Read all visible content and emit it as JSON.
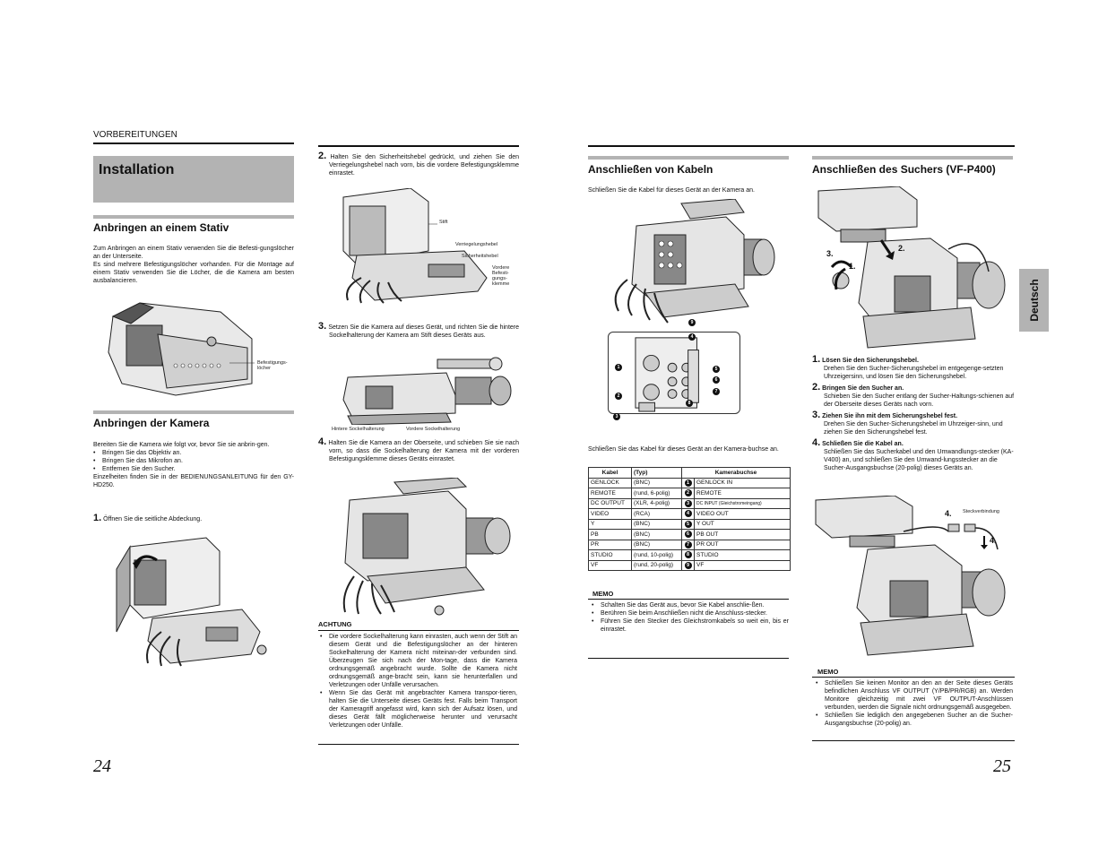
{
  "left_page": {
    "section_header": "VORBEREITUNGEN",
    "title": "Installation",
    "stativ": {
      "heading": "Anbringen an einem Stativ",
      "para1": "Zum Anbringen an einem Stativ verwenden Sie die Befesti-gungslöcher an der Unterseite.",
      "para2": "Es sind mehrere Befestigungslöcher vorhanden. Für die Montage auf einem Stativ verwenden Sie die Löcher, die die Kamera am besten ausbalancieren.",
      "fig_label": "Befestigungs-löcher"
    },
    "kamera": {
      "heading": "Anbringen der Kamera",
      "intro": "Bereiten Sie die Kamera wie folgt vor, bevor Sie sie anbrin-gen.",
      "bullets": [
        "Bringen Sie das Objektiv an.",
        "Bringen Sie das Mikrofon an.",
        "Entfernen Sie den Sucher."
      ],
      "details": "Einzelheiten finden Sie in der BEDIENUNGSANLEITUNG für den GY-HD250.",
      "step1_num": "1.",
      "step1": "Öffnen Sie die seitliche Abdeckung."
    },
    "step2_num": "2.",
    "step2": "Halten Sie den Sicherheitshebel gedrückt, und ziehen Sie den Verriegelungshebel nach vorn, bis die vordere Befestigungsklemme einrastet.",
    "fig2_labels": {
      "stift": "Stift",
      "verriegelung": "Verriegelungshebel",
      "sicherheit": "Sicherheitshebel",
      "vordere": "Vordere Befesti-gungs-klemme"
    },
    "step3_num": "3.",
    "step3": "Setzen Sie die Kamera auf dieses Gerät, und richten Sie die hintere Sockelhalterung der Kamera am Stift dieses Geräts aus.",
    "fig3_labels": {
      "hintere": "Hintere Sockelhalterung",
      "vordere": "Vordere Sockelhalterung"
    },
    "step4_num": "4.",
    "step4": "Halten Sie die Kamera an der Oberseite, und schieben Sie sie nach vorn, so dass die Sockelhalterung der Kamera mit der vorderen Befestigungsklemme dieses Geräts einrastet.",
    "achtung": {
      "title": "ACHTUNG",
      "items": [
        "Die vordere Sockelhalterung kann einrasten, auch wenn der Stift an diesem Gerät und die Befestigungslöcher an der hinteren Sockelhalterung der Kamera nicht miteinan-der verbunden sind. Überzeugen Sie sich nach der Mon-tage, dass die Kamera ordnungsgemäß angebracht wurde. Sollte die Kamera nicht ordnungsgemäß ange-bracht sein, kann sie herunterfallen und Verletzungen oder Unfälle verursachen.",
        "Wenn Sie das Gerät mit angebrachter Kamera transpor-tieren, halten Sie die Unterseite dieses Geräts fest. Falls beim Transport der Kameragriff angefasst wird, kann sich der Aufsatz lösen, und dieses Gerät fällt möglicherweise herunter und verursacht Verletzungen oder Unfälle."
      ]
    },
    "page_number": "24"
  },
  "right_page": {
    "kabel": {
      "heading": "Anschließen von Kabeln",
      "intro": "Schließen Sie die Kabel für dieses Gerät an der Kamera an.",
      "table_intro": "Schließen Sie das Kabel für dieses Gerät an der Kamera-buchse an.",
      "table_headers": [
        "Kabel",
        "(Typ)",
        "Kamerabuchse"
      ],
      "rows": [
        {
          "kabel": "GENLOCK",
          "typ": "(BNC)",
          "n": "1",
          "buchse": "GENLOCK IN"
        },
        {
          "kabel": "REMOTE",
          "typ": "(rund, 6-polig)",
          "n": "2",
          "buchse": "REMOTE"
        },
        {
          "kabel": "DC OUTPUT",
          "typ": "(XLR, 4-polig)",
          "n": "3",
          "buchse": "DC INPUT (Gleichstromeingang)"
        },
        {
          "kabel": "VIDEO",
          "typ": "(RCA)",
          "n": "4",
          "buchse": "VIDEO OUT"
        },
        {
          "kabel": "Y",
          "typ": "(BNC)",
          "n": "5",
          "buchse": "Y OUT"
        },
        {
          "kabel": "PB",
          "typ": "(BNC)",
          "n": "6",
          "buchse": "PB OUT"
        },
        {
          "kabel": "PR",
          "typ": "(BNC)",
          "n": "7",
          "buchse": "PR OUT"
        },
        {
          "kabel": "STUDIO",
          "typ": "(rund, 10-polig)",
          "n": "8",
          "buchse": "STUDIO"
        },
        {
          "kabel": "VF",
          "typ": "(rund, 20-polig)",
          "n": "9",
          "buchse": "VF"
        }
      ],
      "memo_title": "MEMO",
      "memo": [
        "Schalten Sie das Gerät aus, bevor Sie Kabel anschlie-ßen.",
        "Berühren Sie beim Anschließen nicht die Anschluss-stecker.",
        "Führen Sie den Stecker des Gleichstromkabels so weit ein, bis er einrastet."
      ]
    },
    "sucher": {
      "heading": "Anschließen des Suchers (VF-P400)",
      "fig_marks": [
        "3.",
        "2.",
        "1."
      ],
      "steps": [
        {
          "num": "1.",
          "title": "Lösen Sie den Sicherungshebel.",
          "text": "Drehen Sie den Sucher-Sicherungshebel im entgegenge-setzten Uhrzeigersinn, und lösen Sie den Sicherungshebel."
        },
        {
          "num": "2.",
          "title": "Bringen Sie den Sucher an.",
          "text": "Schieben Sie den Sucher entlang der Sucher-Haltungs-schienen auf der Oberseite dieses Geräts nach vorn."
        },
        {
          "num": "3.",
          "title": "Ziehen Sie ihn mit dem Sicherungshebel fest.",
          "text": "Drehen Sie den Sucher-Sicherungshebel im Uhrzeiger-sinn, und ziehen Sie den Sicherungshebel fest."
        },
        {
          "num": "4.",
          "title": "Schließen Sie die Kabel an.",
          "text": "Schließen Sie das Sucherkabel und den Umwandlungs-stecker (KA-V400) an, und schließen Sie den Umwand-lungsstecker an die Sucher-Ausgangsbuchse (20-polig) dieses Geräts an."
        }
      ],
      "fig2_label": "Steckverbindung",
      "fig2_mark": "4.",
      "memo_title": "MEMO",
      "memo": [
        "Schließen Sie keinen Monitor an den an der Seite dieses Geräts befindlichen Anschluss VF OUTPUT (Y/PB/PR/RGB) an. Werden Monitore gleichzeitig mit zwei VF OUTPUT-Anschlüssen verbunden, werden die Signale nicht ordnungsgemäß ausgegeben.",
        "Schließen Sie lediglich den angegebenen Sucher an die Sucher-Ausgangsbuchse (20-polig) an."
      ]
    },
    "side_tab": "Deutsch",
    "page_number": "25"
  }
}
